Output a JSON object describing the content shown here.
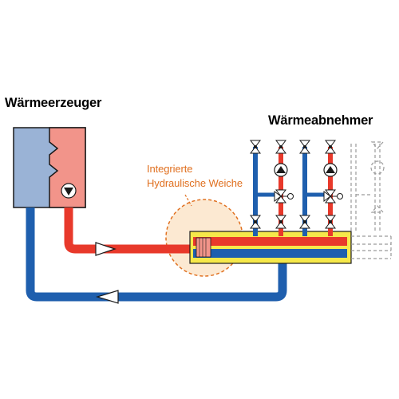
{
  "labels": {
    "heat_generator": "Wärmeerzeuger",
    "heat_consumers": "Wärmeabnehmer",
    "callout_line1": "Integrierte",
    "callout_line2": "Hydraulische Weiche"
  },
  "colors": {
    "supply_red": "#e8392b",
    "return_blue": "#1f5fae",
    "boiler_blue": "#9ab3d6",
    "boiler_red": "#f2948a",
    "manifold_yellow": "#f6e84a",
    "callout_orange": "#e07020",
    "callout_fill": "#fce9d2"
  },
  "icons": {
    "pump": "pump-icon",
    "mixer_valve": "mixing-valve-icon",
    "shutoff_valve": "shutoff-valve-icon",
    "flow_arrow": "flow-arrow-icon"
  }
}
